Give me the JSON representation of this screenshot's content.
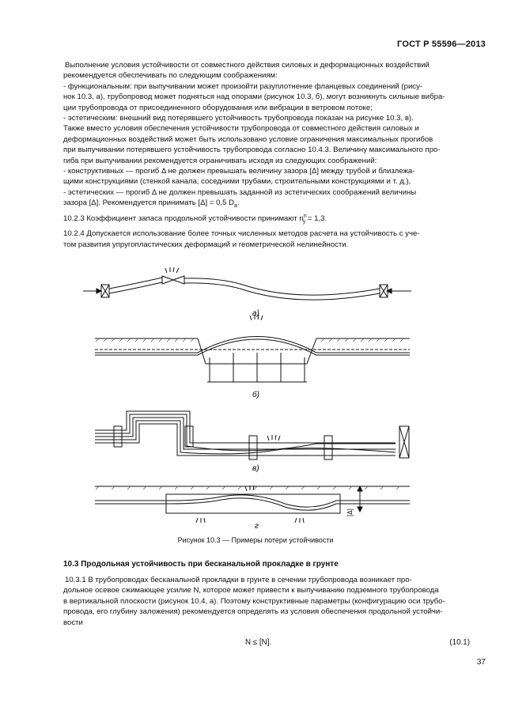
{
  "header": {
    "standard": "ГОСТ Р 55596—2013"
  },
  "block1": [
    "Выполнение условия устойчивости от совместного действия силовых и деформационных воздействий",
    "рекомендуется обеспечивать по следующим соображениям:",
    "- функциональным: при выпучивании может произойти разуплотнение фланцевых соединений (рису-",
    "нок 10.3, а), трубопровод может подняться над опорами (рисунок 10.3, б), могут возникнуть сильные вибра-",
    "ции трубопровода от присоединенного оборудования или вибрации в ветровом потоке;",
    "- эстетическим: внешний вид потерявшего устойчивость трубопровода показан на рисунке 10.3, в).",
    "Также вместо условия обеспечения устойчивости трубопровода от совместного действия силовых и",
    "деформационных воздействий может быть использовано условие ограничения максимальных прогибов",
    "при выпучивании потерявшего устойчивость трубопровода согласно 10.4.3. Величину максимального про-",
    "гиба при выпучивании  рекомендуется ограничивать исходя из следующих соображений:",
    "- конструктивных — прогиб Δ не  должен  превышать величину зазора [Δ] между трубой и близлежа-",
    "щими конструкциями (стенкой канала, соседними трубами, строительными конструкциями и т. д.),",
    "- эстетических — прогиб Δ не должен превышать заданной из эстетических соображений величины"
  ],
  "block1_last": {
    "text": "зазора [Δ]. Рекомендуется принимать [Δ] = 0,5 D",
    "sub": "а",
    "end": "."
  },
  "p1023": {
    "text": "10.2.3 Коэффициент запаса продольной устойчивости принимают n",
    "sup": "n",
    "sub": "y",
    "end": " = 1,3."
  },
  "p1024": [
    "10.2.4 Допускается использование более точных численных методов расчета на устойчивость с уче-",
    "том развития упругопластических деформаций и геометрической нелинейности."
  ],
  "figure": {
    "label_a": "а)",
    "label_b": "б)",
    "label_v": "в)",
    "label_g": "г",
    "gap_label": "[Δ]",
    "caption": "Рисунок  10.3 — Примеры потери устойчивости"
  },
  "section": {
    "title": "10.3 Продольная устойчивость при бесканальной прокладке в грунте"
  },
  "block3": [
    "10.3.1 В трубопроводах бесканальной прокладки в грунте в сечении трубопровода возникает про-",
    "дольное осевое сжимающее усилие N, которое может привести к выпучиванию подземного трубопровода",
    "в вертикальной плоскости (рисунок 10.4, а). Поэтому конструктивные параметры (конфигурацию оси трубо-",
    "провода, его глубину заложения) рекомендуется определять из условия обеспечения продольной устойчи-",
    "вости"
  ],
  "formula": {
    "expr": "N ≤ [N].",
    "number": "(10.1)"
  },
  "page_number": "37"
}
